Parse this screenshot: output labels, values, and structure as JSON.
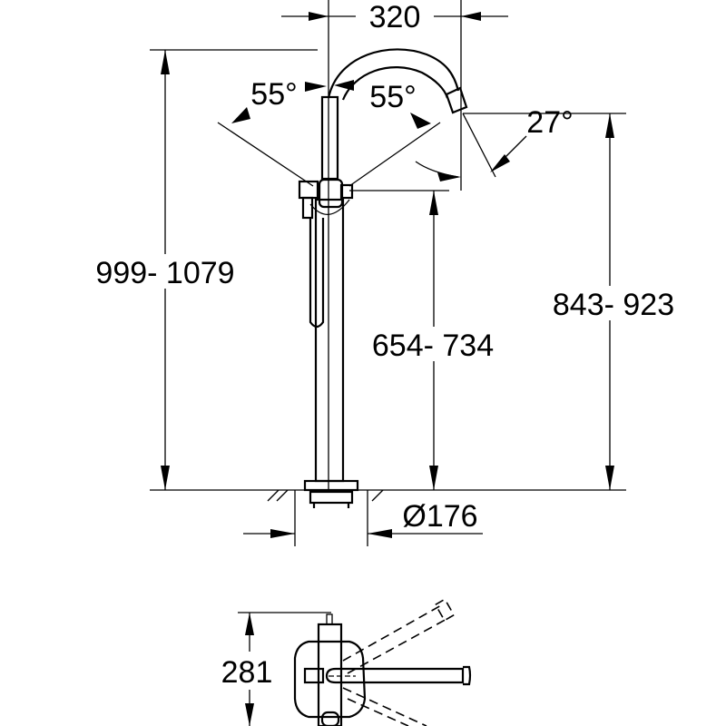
{
  "drawing": {
    "side_view": {
      "spout_reach": "320",
      "total_height": "999- 1079",
      "spout_outlet_height": "843- 923",
      "handle_height": "654- 734",
      "base_diameter": "Ø176",
      "handle_angle_left": "55°",
      "handle_angle_right": "55°",
      "spout_angle": "27°"
    },
    "top_view": {
      "depth": "281"
    }
  }
}
